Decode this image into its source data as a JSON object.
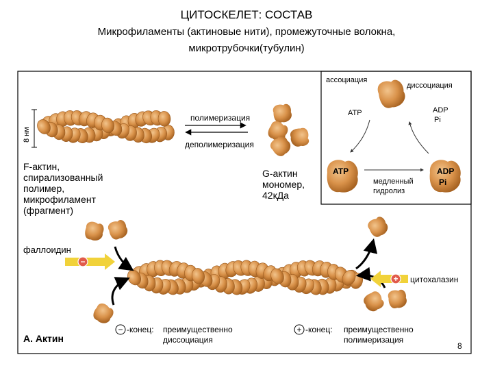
{
  "header": {
    "title": "ЦИТОСКЕЛЕТ: СОСТАВ",
    "subtitle_line1": "Микрофиламенты (актиновые нити), промежуточные волокна,",
    "subtitle_line2": "микротрубочки(тубулин)"
  },
  "figure": {
    "scale_label": "8 нм",
    "polymerization": "полимеризация",
    "depolymerization": "деполимеризация",
    "f_actin_label": [
      "F-актин,",
      "спирализованный",
      "полимер,",
      "микрофиламент",
      "(фрагмент)"
    ],
    "g_actin_label": [
      "G-актин",
      "мономер,",
      "42кДа"
    ],
    "inset": {
      "association": "ассоциация",
      "dissociation": "диссоциация",
      "atp_arrow_label": "ATP",
      "adp_arrow_label": "ADP",
      "pi_arrow_label": "Pi",
      "atp_monomer": "ATP",
      "adp_monomer": "ADP",
      "pi_monomer": "Pi",
      "slow_hydrolysis": [
        "медленный",
        "гидролиз"
      ]
    },
    "phalloidin": "фаллоидин",
    "cytochalasin": "цитохалазин",
    "minus_sign": "−",
    "plus_sign": "+",
    "minus_end": [
      "-конец:",
      "преимущественно",
      "диссоциация"
    ],
    "plus_end": [
      "-конец:",
      "преимущественно",
      "полимеризация"
    ],
    "panel_label": "А. Актин",
    "page_number": "8"
  },
  "colors": {
    "monomer": "#d9924a",
    "monomer_dark": "#a4601f",
    "drug_arrow": "#f1d23a",
    "drug_badge": "#e15a4a"
  }
}
